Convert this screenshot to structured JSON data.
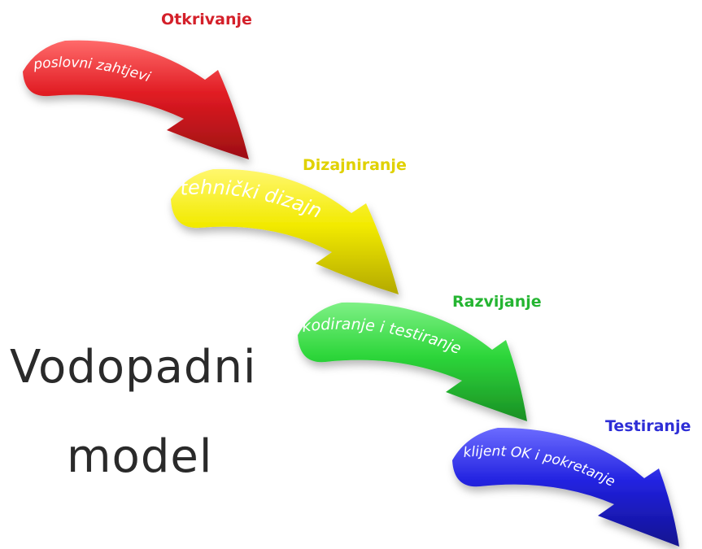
{
  "diagram": {
    "title_line1": "Vodopadni",
    "title_line2": "model",
    "phases": [
      {
        "name": "Otkrivanje",
        "activity": "poslovni zahtjevi",
        "color": "#e01b22",
        "light": "#ff6a6a",
        "dark": "#9c0f14"
      },
      {
        "name": "Dizajniranje",
        "activity": "tehnički dizajn",
        "color": "#f2ea00",
        "light": "#fff76e",
        "dark": "#b3a900"
      },
      {
        "name": "Razvijanje",
        "activity": "kodiranje i testiranje",
        "color": "#2dd63a",
        "light": "#7ef085",
        "dark": "#1a8f24"
      },
      {
        "name": "Testiranje",
        "activity": "klijent OK i pokretanje",
        "color": "#2222e0",
        "light": "#6b6bff",
        "dark": "#12128f"
      }
    ],
    "title_colors": [
      "#d4202a",
      "#e0d100",
      "#25b532",
      "#2e2ed6"
    ]
  }
}
